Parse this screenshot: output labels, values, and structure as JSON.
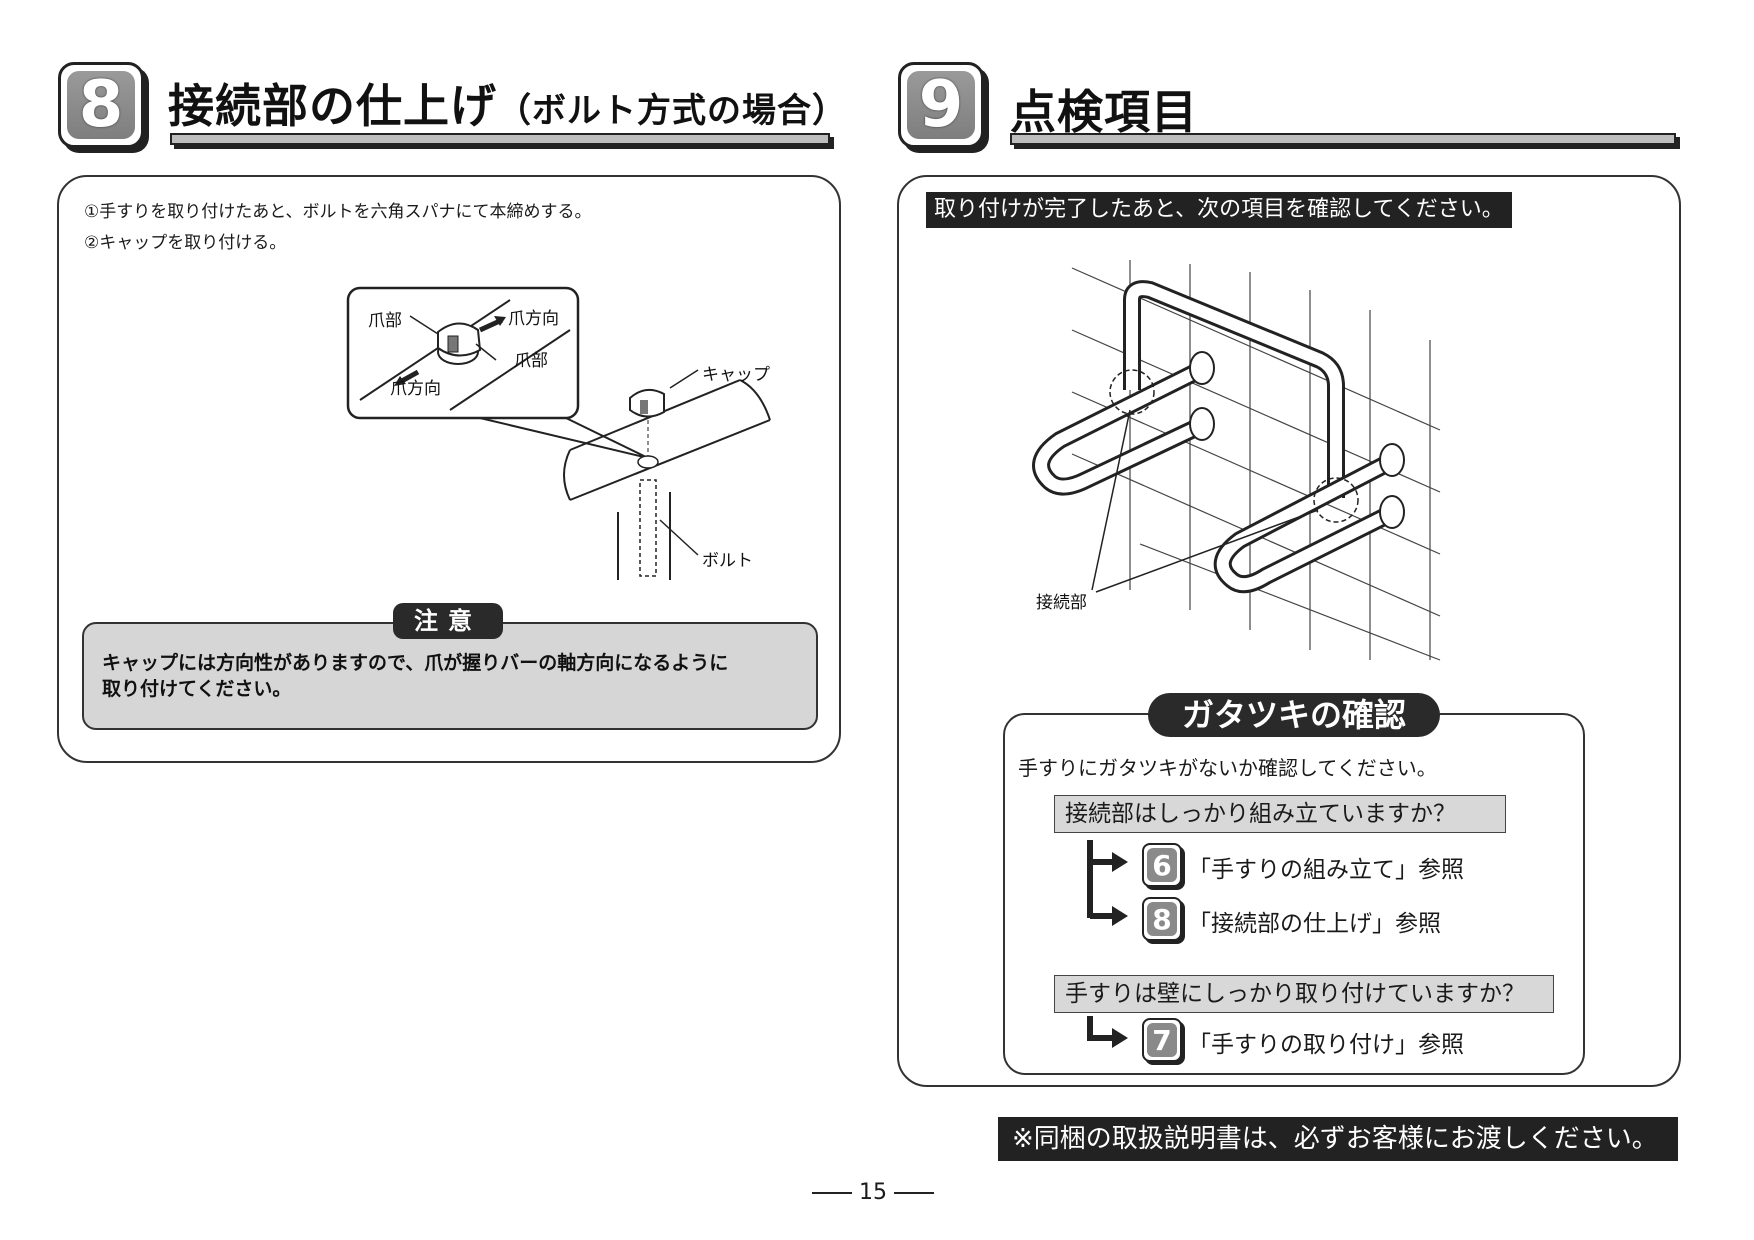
{
  "section8": {
    "number": "8",
    "title": "接続部の仕上げ",
    "subtitle": "（ボルト方式の場合）",
    "steps": [
      "①手すりを取り付けたあと、ボルトを六角スパナにて本締めする。",
      "②キャップを取り付ける。"
    ],
    "diagram_labels": {
      "claw_part_1": "爪部",
      "claw_direction_1": "爪方向",
      "claw_part_2": "爪部",
      "claw_direction_2": "爪方向",
      "cap": "キャップ",
      "bolt": "ボルト"
    },
    "caution": {
      "label": "注意",
      "text_line1": "キャップには方向性がありますので、爪が握りバーの軸方向になるように",
      "text_line2": "取り付けてください。"
    }
  },
  "section9": {
    "number": "9",
    "title": "点検項目",
    "intro": "取り付けが完了したあと、次の項目を確認してください。",
    "diagram_label": "接続部",
    "check": {
      "heading": "ガタツキの確認",
      "lead": "手すりにガタツキがないか確認してください。",
      "q1": "接続部はしっかり組み立ていますか？",
      "q1_refs": [
        {
          "num": "6",
          "text": "「手すりの組み立て」参照"
        },
        {
          "num": "8",
          "text": "「接続部の仕上げ」参照"
        }
      ],
      "q2": "手すりは壁にしっかり取り付けていますか？",
      "q2_refs": [
        {
          "num": "7",
          "text": "「手すりの取り付け」参照"
        }
      ]
    }
  },
  "footer": {
    "notice": "※同梱の取扱説明書は、必ずお客様にお渡しください。",
    "page": "15"
  }
}
